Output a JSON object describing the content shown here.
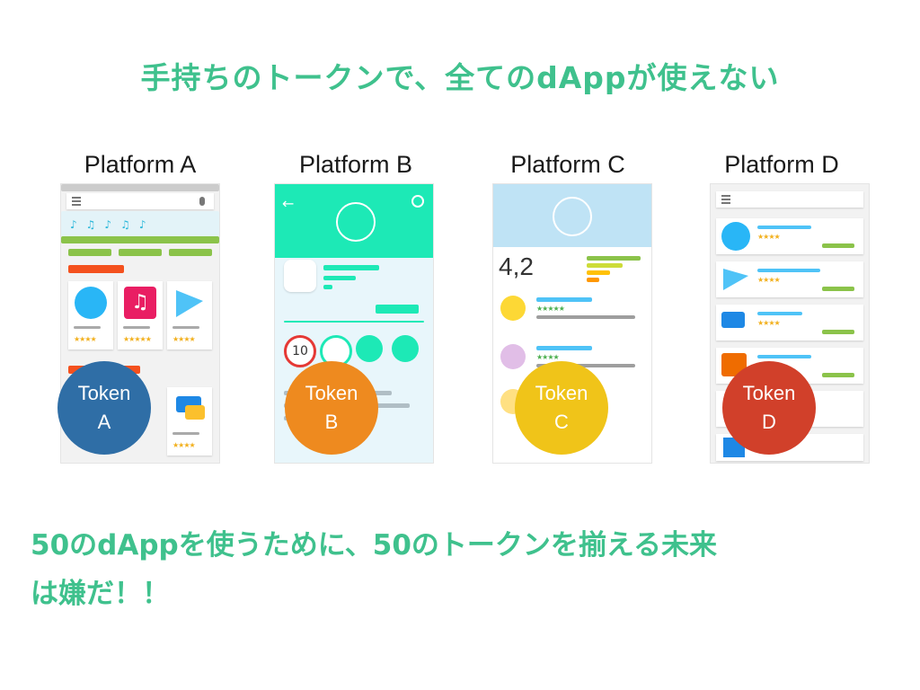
{
  "title": "手持ちのトークンで、全てのdAppが使えない",
  "platforms": [
    {
      "label": "Platform A",
      "token_line1": "Token",
      "token_line2": "A",
      "token_color": "#2f6ea6"
    },
    {
      "label": "Platform B",
      "token_line1": "Token",
      "token_line2": "B",
      "token_color": "#ee8a1f"
    },
    {
      "label": "Platform C",
      "token_line1": "Token",
      "token_line2": "C",
      "token_color": "#f0c419"
    },
    {
      "label": "Platform D",
      "token_line1": "Token",
      "token_line2": "D",
      "token_color": "#d1402a"
    }
  ],
  "phone_c": {
    "rating": "4,2"
  },
  "phone_b": {
    "badge": "10"
  },
  "footer": {
    "line1": "50のdAppを使うために、50のトークンを揃える未来",
    "line2": "は嫌だ！！"
  },
  "colors": {
    "accent": "#3fc18d",
    "playgreen": "#8bc34a",
    "teal": "#1de9b6",
    "lightblue": "#bfe3f5"
  }
}
